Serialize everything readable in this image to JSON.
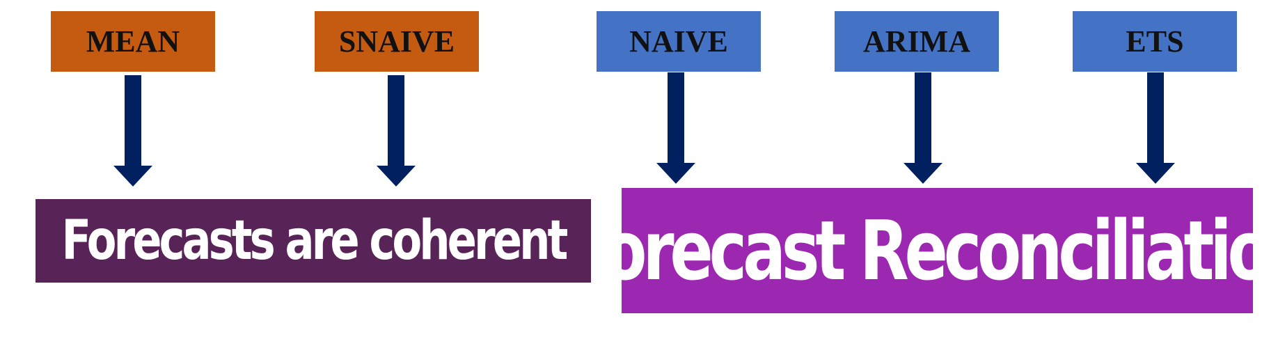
{
  "colors": {
    "orange_box": "#C55A11",
    "blue_box": "#4472C4",
    "arrow": "#002060",
    "coherent_box": "#582457",
    "reconciliation_box": "#9C27B0",
    "method_text": "#111111",
    "result_text": "#FFFFFF"
  },
  "groups": {
    "coherent": {
      "methods": [
        {
          "label": "MEAN",
          "color_key": "orange_box"
        },
        {
          "label": "SNAIVE",
          "color_key": "orange_box"
        }
      ],
      "result": {
        "label": "Forecasts are coherent",
        "color_key": "coherent_box"
      }
    },
    "reconciliation": {
      "methods": [
        {
          "label": "NAIVE",
          "color_key": "blue_box"
        },
        {
          "label": "ARIMA",
          "color_key": "blue_box"
        },
        {
          "label": "ETS",
          "color_key": "blue_box"
        }
      ],
      "result": {
        "label": "Forecast Reconciliation",
        "color_key": "reconciliation_box"
      }
    }
  },
  "icons": {
    "arrow": "arrow-down-icon"
  }
}
